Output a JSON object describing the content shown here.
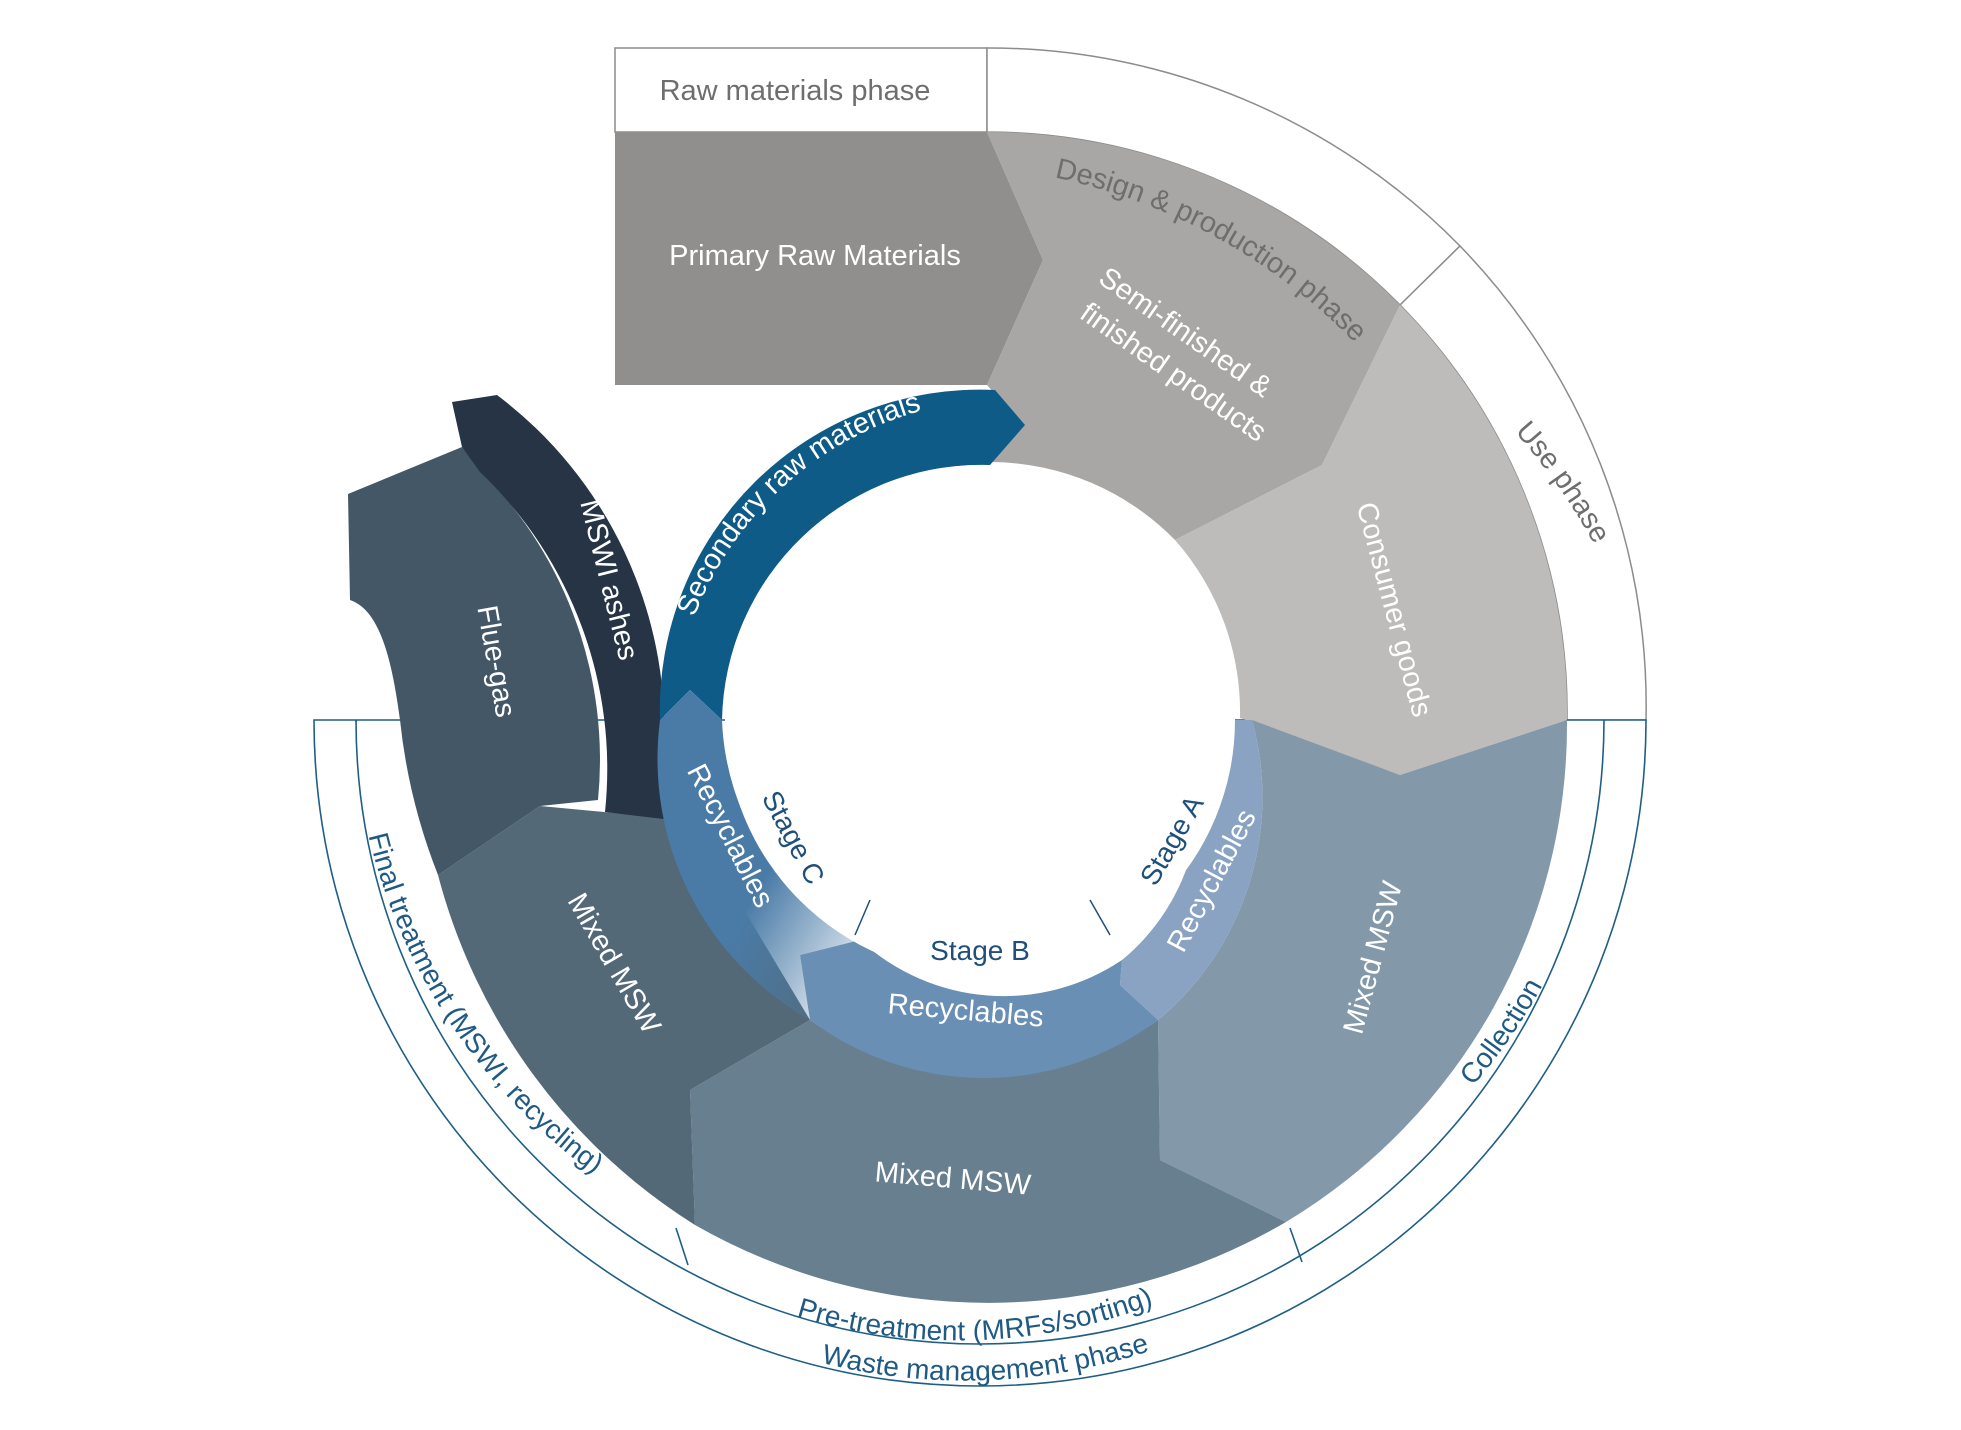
{
  "phases": {
    "raw_materials": "Raw materials phase",
    "design_production": "Design & production phase",
    "use": "Use phase",
    "waste_management": "Waste management phase"
  },
  "waste_subphases": {
    "collection": "Collection",
    "pre_treatment": "Pre-treatment (MRFs/sorting)",
    "final_treatment": "Final treatment (MSWI, recycling)"
  },
  "flows": {
    "primary_raw_materials": "Primary Raw Materials",
    "semi_finished_line1": "Semi-finished &",
    "semi_finished_line2": "finished products",
    "consumer_goods": "Consumer goods",
    "mixed_msw_collection": "Mixed MSW",
    "mixed_msw_pretreatment": "Mixed MSW",
    "mixed_msw_final": "Mixed MSW",
    "flue_gas": "Flue-gas",
    "mswi_ashes": "MSWI ashes",
    "secondary_raw_materials": "Secondary raw materials",
    "recyclables_a": "Recyclables",
    "recyclables_b": "Recyclables",
    "recyclables_c": "Recyclables"
  },
  "stages": {
    "a": "Stage A",
    "b": "Stage B",
    "c": "Stage C"
  },
  "colors": {
    "raw_materials": "#918f8d",
    "design_production": "#a8a7a5",
    "use": "#bdbcba",
    "collection": "#8399a9",
    "pre_treatment": "#687f90",
    "final_treatment": "#536978",
    "flue_gas": "#435767",
    "mswi_ashes": "#263445",
    "secondary_raw_materials": "#0e5b87",
    "recyclables_a": "#8aa3c2",
    "recyclables_b": "#6a8fb4",
    "recyclables_c": "#4a7ba7",
    "waste_frame": "#1f5f86"
  }
}
